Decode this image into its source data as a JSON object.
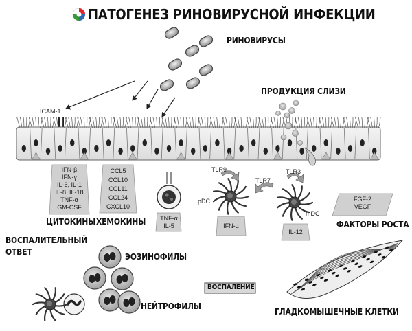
{
  "title": "ПАТОГЕНЕЗ РИНОВИРУСНОЙ ИНФЕКЦИИ",
  "labels": {
    "rhinoviruses": "РИНОВИРУСЫ",
    "mucus": "ПРОДУКЦИЯ СЛИЗИ",
    "icam": "ICAM-1",
    "cytokines": "ЦИТОКИНЫ",
    "chemokines": "ХЕМОКИНЫ",
    "growth_factors": "ФАКТОРЫ РОСТА",
    "inflammatory_response_1": "ВОСПАЛИТЕЛЬНЫЙ",
    "inflammatory_response_2": "ОТВЕТ",
    "eosinophils": "ЭОЗИНОФИЛЫ",
    "neutrophils": "НЕЙТРОФИЛЫ",
    "inflammation": "ВОСПАЛЕНИЕ",
    "smooth_muscle": "ГЛАДКОМЫШЕЧНЫЕ КЛЕТКИ",
    "tlr9": "TLR9",
    "tlr7": "TLR7",
    "tlr3": "TLR3",
    "pdc": "pDC",
    "mdc": "mDC"
  },
  "cytokine_list": [
    "IFN-β",
    "IFN-γ",
    "IL-6, IL-1",
    "IL-8, IL-18",
    "TNF-α",
    "GM-CSF"
  ],
  "chemokine_list": [
    "CCL5",
    "CCL10",
    "CCL11",
    "CCL24",
    "CXCL10"
  ],
  "eos_products": [
    "TNF-α",
    "IL-5"
  ],
  "pdc_product": "IFN-α",
  "mdc_product": "IL-12",
  "growth_factor_list": [
    "FGF-2",
    "VEGF"
  ],
  "colors": {
    "box_fill": "#d0d0d0",
    "box_stroke": "#999999",
    "logo_red": "#e0262d",
    "logo_blue": "#2b6bb5",
    "logo_green": "#3a9a3a"
  }
}
